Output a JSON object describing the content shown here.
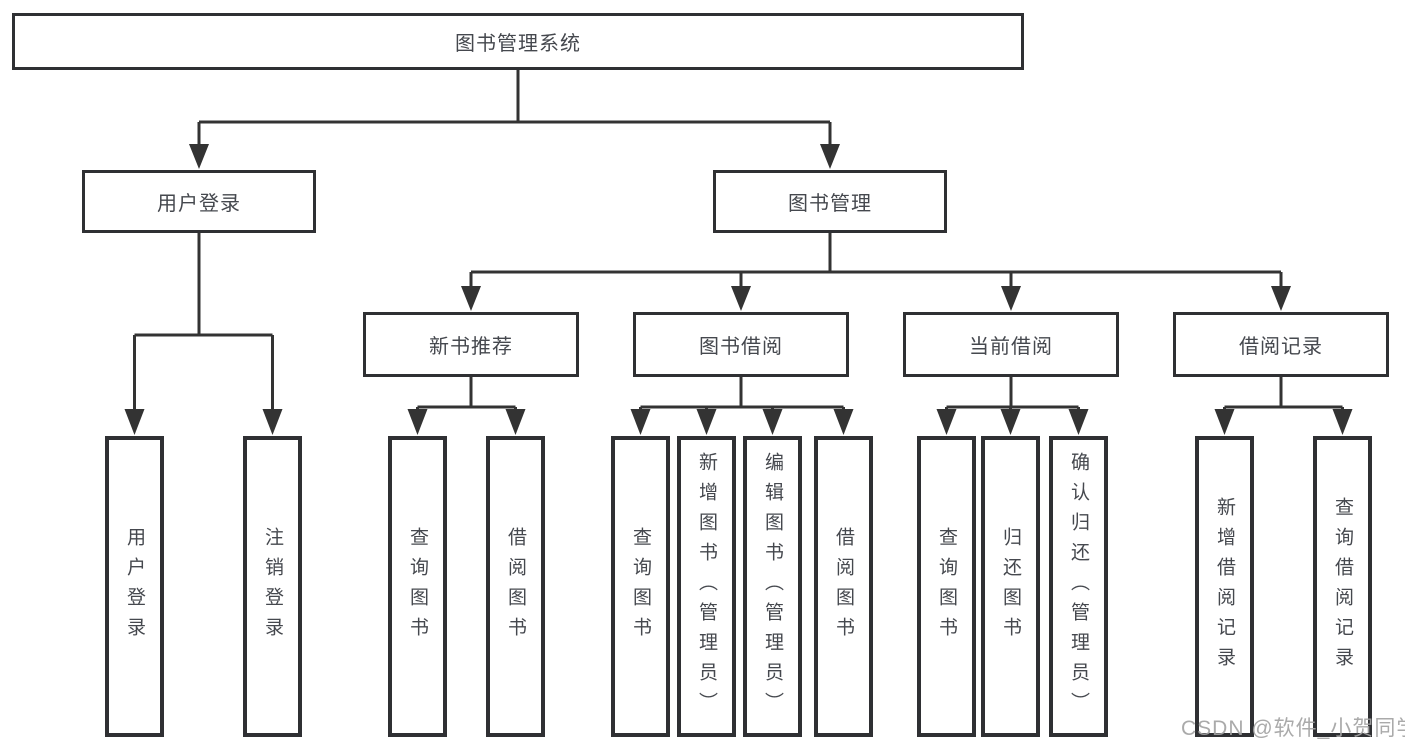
{
  "diagram": {
    "root": {
      "label": "图书管理系统"
    },
    "level2": [
      {
        "label": "用户登录",
        "children": [
          "用户登录",
          "注销登录"
        ]
      },
      {
        "label": "图书管理"
      }
    ],
    "level3": [
      {
        "label": "新书推荐",
        "children": [
          "查询图书",
          "借阅图书"
        ]
      },
      {
        "label": "图书借阅",
        "children": [
          "查询图书",
          "新增图书（管理员）",
          "编辑图书（管理员）",
          "借阅图书"
        ]
      },
      {
        "label": "当前借阅",
        "children": [
          "查询图书",
          "归还图书",
          "确认归还（管理员）"
        ]
      },
      {
        "label": "借阅记录",
        "children": [
          "新增借阅记录",
          "查询借阅记录"
        ]
      }
    ]
  },
  "watermark": "CSDN @软件_小贺同学",
  "colors": {
    "line": "#333333",
    "box_border": "#2f3033",
    "text": "#45484e",
    "watermark": "#a3a3a3",
    "background": "#ffffff"
  }
}
